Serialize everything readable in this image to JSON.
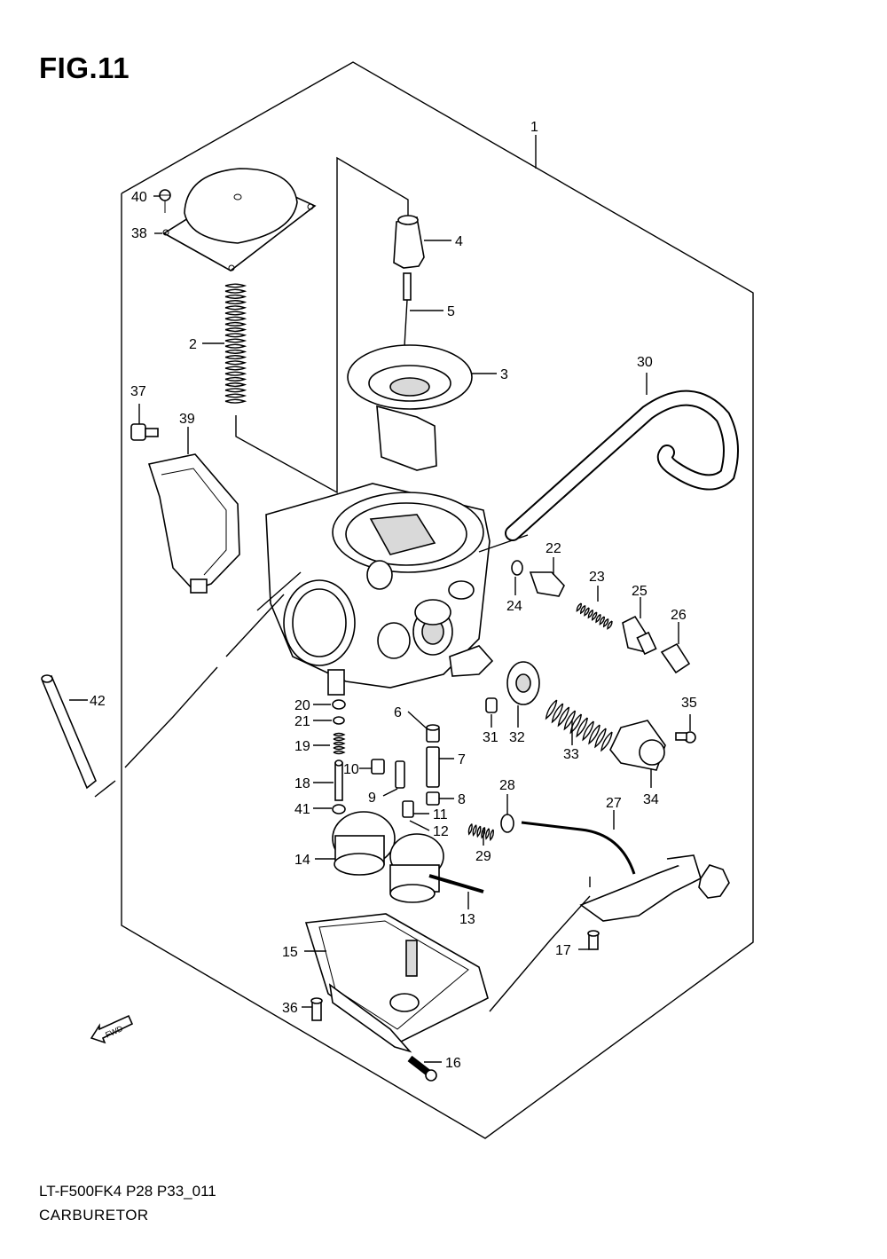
{
  "figure": {
    "title": "FIG.11",
    "model_code": "LT-F500FK4 P28 P33_011",
    "name": "CARBURETOR",
    "fwd_arrow_label": "FWD"
  },
  "callouts": [
    {
      "num": "1"
    },
    {
      "num": "2"
    },
    {
      "num": "3"
    },
    {
      "num": "4"
    },
    {
      "num": "5"
    },
    {
      "num": "6"
    },
    {
      "num": "7"
    },
    {
      "num": "8"
    },
    {
      "num": "9"
    },
    {
      "num": "10"
    },
    {
      "num": "11"
    },
    {
      "num": "12"
    },
    {
      "num": "13"
    },
    {
      "num": "14"
    },
    {
      "num": "15"
    },
    {
      "num": "16"
    },
    {
      "num": "17"
    },
    {
      "num": "18"
    },
    {
      "num": "19"
    },
    {
      "num": "20"
    },
    {
      "num": "21"
    },
    {
      "num": "22"
    },
    {
      "num": "23"
    },
    {
      "num": "24"
    },
    {
      "num": "25"
    },
    {
      "num": "26"
    },
    {
      "num": "27"
    },
    {
      "num": "28"
    },
    {
      "num": "29"
    },
    {
      "num": "30"
    },
    {
      "num": "31"
    },
    {
      "num": "32"
    },
    {
      "num": "33"
    },
    {
      "num": "34"
    },
    {
      "num": "35"
    },
    {
      "num": "36"
    },
    {
      "num": "37"
    },
    {
      "num": "38"
    },
    {
      "num": "39"
    },
    {
      "num": "40"
    },
    {
      "num": "41"
    },
    {
      "num": "42"
    }
  ]
}
